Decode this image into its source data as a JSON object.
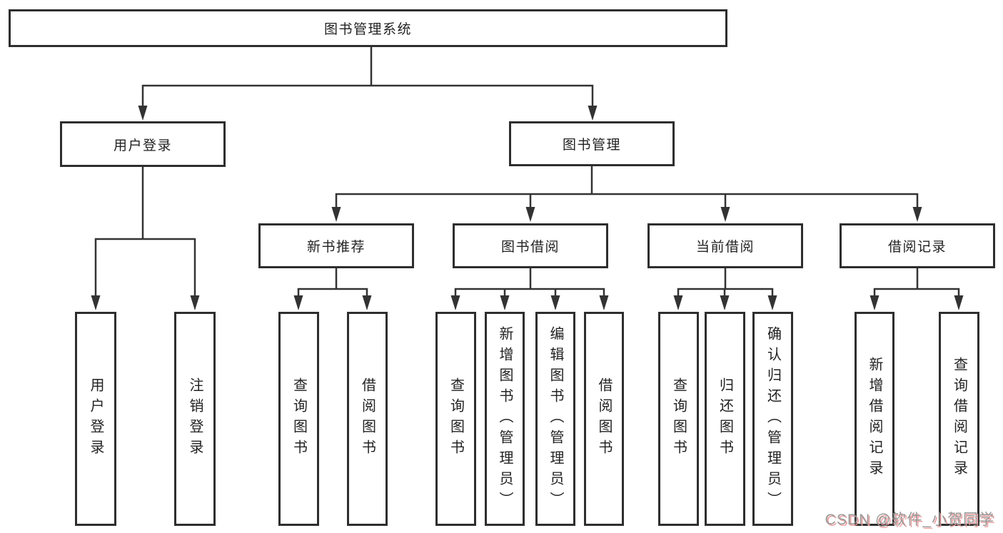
{
  "diagram_title": "图书管理系统",
  "watermark": {
    "text": "CSDN @软件_小贺同学"
  },
  "colors": {
    "line": "#333333",
    "box_border": "#2e2e2e",
    "text": "#222222",
    "bg": "#ffffff",
    "watermark_gray": "#8f8f8f",
    "watermark_pink": "#eb9a9a"
  },
  "hierarchy": {
    "label": "图书管理系统",
    "children": [
      {
        "label": "用户登录",
        "children": [
          {
            "label": "用户登录"
          },
          {
            "label": "注销登录"
          }
        ]
      },
      {
        "label": "图书管理",
        "children": [
          {
            "label": "新书推荐",
            "children": [
              {
                "label": "查询图书"
              },
              {
                "label": "借阅图书"
              }
            ]
          },
          {
            "label": "图书借阅",
            "children": [
              {
                "label": "查询图书"
              },
              {
                "label": "新增图书（管理员）"
              },
              {
                "label": "编辑图书（管理员）"
              },
              {
                "label": "借阅图书"
              }
            ]
          },
          {
            "label": "当前借阅",
            "children": [
              {
                "label": "查询图书"
              },
              {
                "label": "归还图书"
              },
              {
                "label": "确认归还（管理员）"
              }
            ]
          },
          {
            "label": "借阅记录",
            "children": [
              {
                "label": "新增借阅记录"
              },
              {
                "label": "查询借阅记录"
              }
            ]
          }
        ]
      }
    ]
  }
}
